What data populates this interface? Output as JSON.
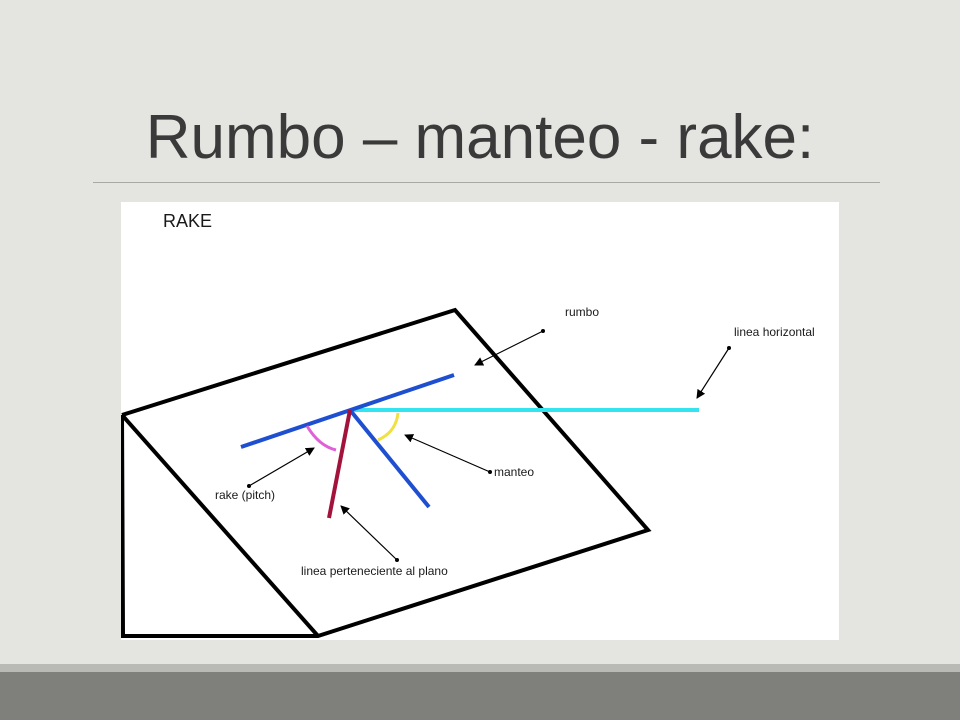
{
  "slide": {
    "title": "Rumbo – manteo - rake:"
  },
  "figure": {
    "heading": "RAKE",
    "labels": {
      "rumbo": "rumbo",
      "linea_horizontal": "linea horizontal",
      "manteo": "manteo",
      "rake_pitch": "rake (pitch)",
      "linea_plano": "linea perteneciente al plano"
    },
    "colors": {
      "rumbo_line": "#1f4fd1",
      "horizontal_line": "#34e3f0",
      "manteo_line": "#1f4fd1",
      "plane_line": "#a3123a",
      "rake_arc": "#e060d8",
      "manteo_arc": "#f0e040",
      "outline": "#000000"
    }
  }
}
